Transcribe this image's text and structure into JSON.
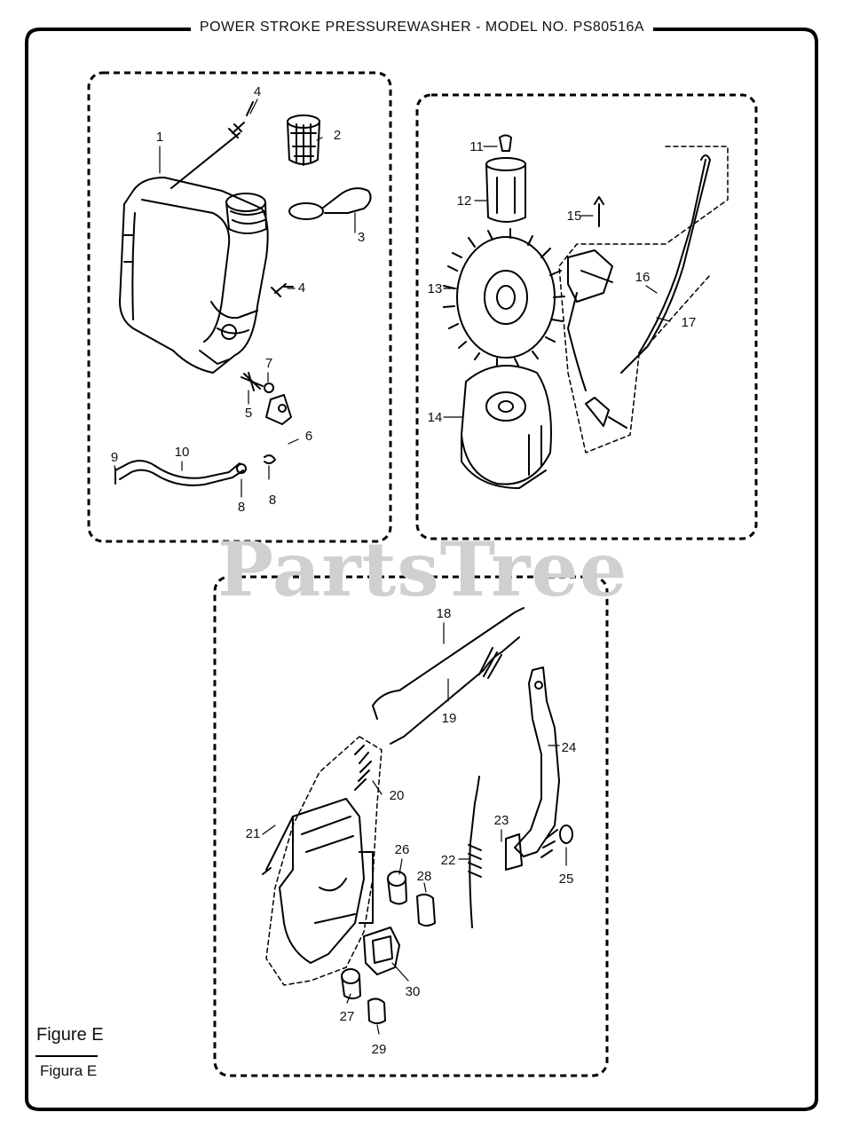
{
  "header": {
    "title": "POWER STROKE PRESSUREWASHER - MODEL NO. PS80516A"
  },
  "watermark": {
    "text": "PartsTree"
  },
  "figure": {
    "label": "Figure E",
    "label_es": "Figura E"
  },
  "callouts": {
    "c1": "1",
    "c2": "2",
    "c3": "3",
    "c4a": "4",
    "c4b": "4",
    "c5": "5",
    "c6": "6",
    "c7": "7",
    "c8a": "8",
    "c8b": "8",
    "c9": "9",
    "c10": "10",
    "c11": "11",
    "c12": "12",
    "c13": "13",
    "c14": "14",
    "c15": "15",
    "c16": "16",
    "c17": "17",
    "c18": "18",
    "c19": "19",
    "c20": "20",
    "c21": "21",
    "c22": "22",
    "c23": "23",
    "c24": "24",
    "c25": "25",
    "c26": "26",
    "c27": "27",
    "c28": "28",
    "c29": "29",
    "c30": "30"
  }
}
